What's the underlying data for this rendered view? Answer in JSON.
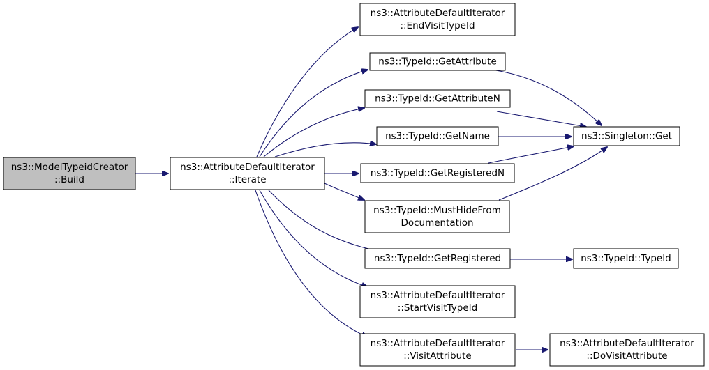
{
  "diagram": {
    "edge_color": "#191970",
    "root_fill": "#bfbfbf",
    "nodes": {
      "model_build": {
        "lines": [
          "ns3::ModelTypeidCreator",
          "::Build"
        ],
        "root": true
      },
      "iterate": {
        "lines": [
          "ns3::AttributeDefaultIterator",
          "::Iterate"
        ]
      },
      "end_visit": {
        "lines": [
          "ns3::AttributeDefaultIterator",
          "::EndVisitTypeId"
        ]
      },
      "get_attribute": {
        "lines": [
          "ns3::TypeId::GetAttribute"
        ]
      },
      "get_attribute_n": {
        "lines": [
          "ns3::TypeId::GetAttributeN"
        ]
      },
      "get_name": {
        "lines": [
          "ns3::TypeId::GetName"
        ]
      },
      "get_registered_n": {
        "lines": [
          "ns3::TypeId::GetRegisteredN"
        ]
      },
      "must_hide": {
        "lines": [
          "ns3::TypeId::MustHideFrom",
          "Documentation"
        ]
      },
      "get_registered": {
        "lines": [
          "ns3::TypeId::GetRegistered"
        ]
      },
      "start_visit": {
        "lines": [
          "ns3::AttributeDefaultIterator",
          "::StartVisitTypeId"
        ]
      },
      "visit_attribute": {
        "lines": [
          "ns3::AttributeDefaultIterator",
          "::VisitAttribute"
        ]
      },
      "singleton_get": {
        "lines": [
          "ns3::Singleton::Get"
        ]
      },
      "typeid_typeid": {
        "lines": [
          "ns3::TypeId::TypeId"
        ]
      },
      "do_visit_attribute": {
        "lines": [
          "ns3::AttributeDefaultIterator",
          "::DoVisitAttribute"
        ]
      }
    },
    "edges": [
      [
        "model_build",
        "iterate"
      ],
      [
        "iterate",
        "end_visit"
      ],
      [
        "iterate",
        "get_attribute"
      ],
      [
        "iterate",
        "get_attribute_n"
      ],
      [
        "iterate",
        "get_name"
      ],
      [
        "iterate",
        "get_registered_n"
      ],
      [
        "iterate",
        "must_hide"
      ],
      [
        "iterate",
        "get_registered"
      ],
      [
        "iterate",
        "start_visit"
      ],
      [
        "iterate",
        "visit_attribute"
      ],
      [
        "get_attribute",
        "singleton_get"
      ],
      [
        "get_attribute_n",
        "singleton_get"
      ],
      [
        "get_name",
        "singleton_get"
      ],
      [
        "get_registered_n",
        "singleton_get"
      ],
      [
        "must_hide",
        "singleton_get"
      ],
      [
        "get_registered",
        "typeid_typeid"
      ],
      [
        "visit_attribute",
        "do_visit_attribute"
      ]
    ]
  }
}
